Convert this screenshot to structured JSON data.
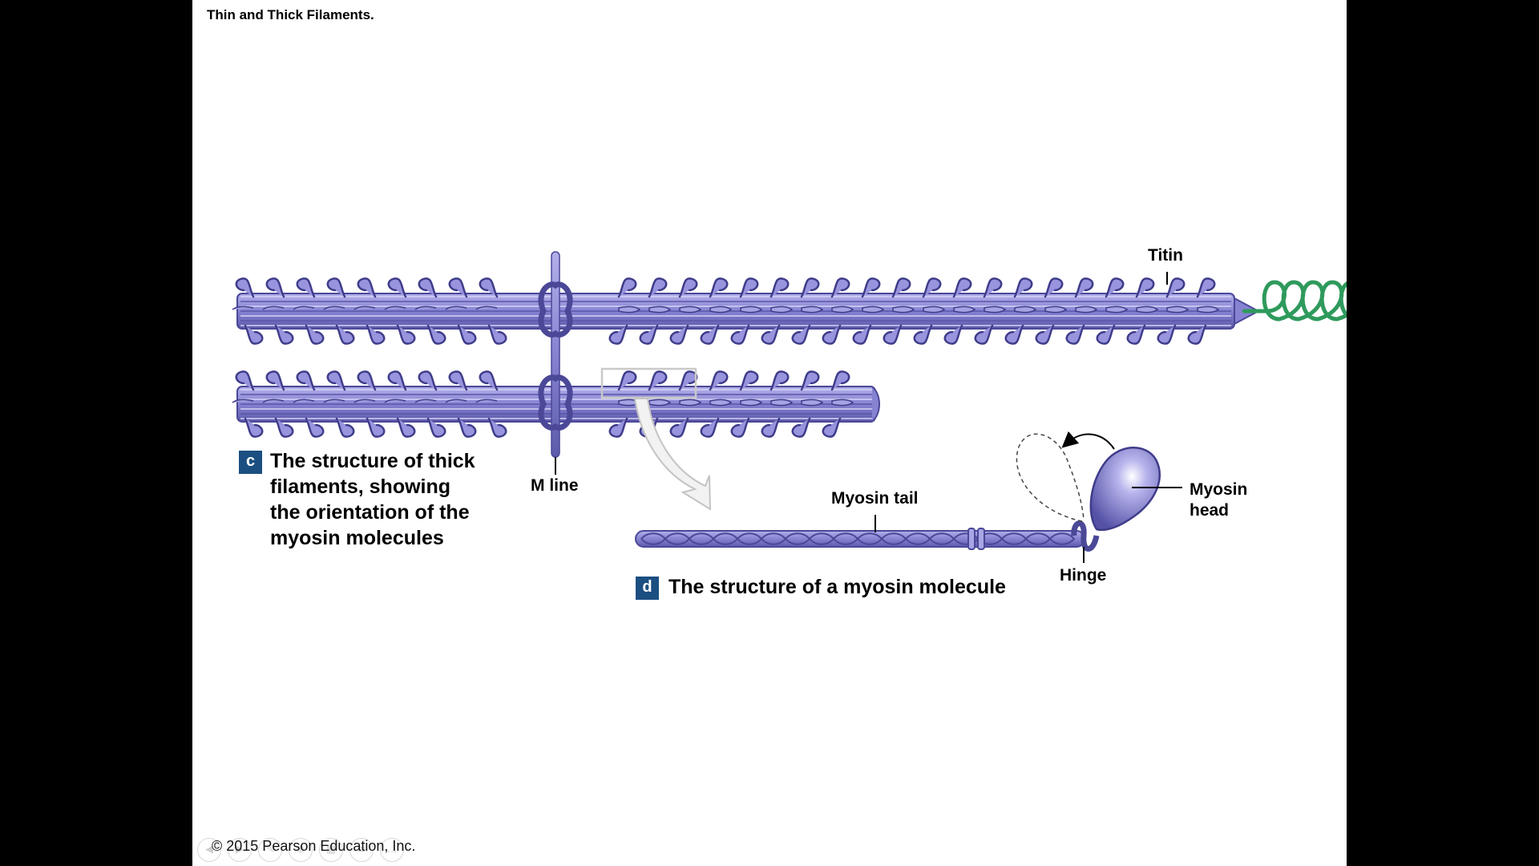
{
  "slide": {
    "title": "Thin and Thick Filaments.",
    "copyright": "© 2015 Pearson Education, Inc."
  },
  "panel_c": {
    "badge": "c",
    "caption_lines": [
      "The structure of thick",
      "filaments, showing",
      "the orientation of the",
      "myosin molecules"
    ],
    "m_line_label": "M line",
    "titin_label": "Titin"
  },
  "panel_d": {
    "badge": "d",
    "caption": "The structure of a myosin molecule",
    "tail_label": "Myosin tail",
    "head_label_lines": [
      "Myosin",
      "head"
    ],
    "hinge_label": "Hinge"
  },
  "colors": {
    "filament": "#8c89d6",
    "filament_dark": "#4b4898",
    "filament_light": "#c3c1ee",
    "titin": "#2e9a5c",
    "badge": "#1b4f82"
  },
  "icons": [
    "prev-icon",
    "next-icon",
    "pen-icon",
    "zoom-icon",
    "grid-icon",
    "menu-icon",
    "more-icon"
  ]
}
